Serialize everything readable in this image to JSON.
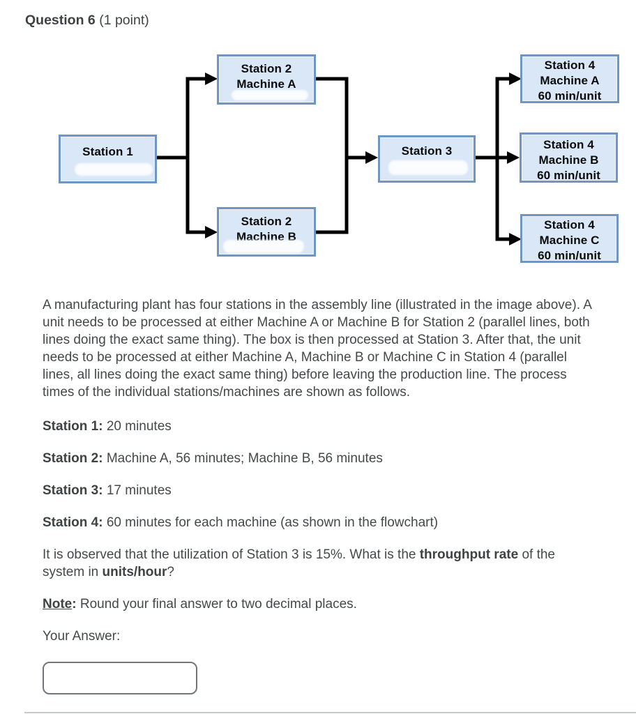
{
  "header": {
    "question_label": "Question 6",
    "points_label": " (1 point)"
  },
  "flowchart": {
    "station1": {
      "line1": "Station 1"
    },
    "station2a": {
      "line1": "Station 2",
      "line2": "Machine A"
    },
    "station2b": {
      "line1": "Station 2",
      "line2": "Machine B"
    },
    "station3": {
      "line1": "Station 3"
    },
    "station4a": {
      "line1": "Station 4",
      "line2": "Machine A",
      "line3": "60 min/unit"
    },
    "station4b": {
      "line1": "Station 4",
      "line2": "Machine B",
      "line3": "60 min/unit"
    },
    "station4c": {
      "line1": "Station 4",
      "line2": "Machine C",
      "line3": "60 min/unit"
    },
    "colors": {
      "box_fill": "#d9e7f7",
      "box_border": "#6f96c2",
      "connector": "#000000"
    }
  },
  "body": {
    "paragraph1": "A manufacturing plant has four stations in the assembly line (illustrated in the image above). A unit needs to be processed at either Machine A or Machine B for Station 2 (parallel lines, both lines doing the exact same thing). The box is then processed at Station 3. After that, the unit needs to be processed at either Machine A, Machine B or Machine C in Station 4 (parallel lines, all lines doing the exact same thing) before leaving the production line. The process times of the individual stations/machines are shown as follows.",
    "stations": [
      {
        "label": "Station 1:",
        "value": " 20 minutes"
      },
      {
        "label": "Station 2:",
        "value": " Machine A, 56 minutes; Machine B, 56 minutes"
      },
      {
        "label": "Station 3:",
        "value": " 17 minutes"
      },
      {
        "label": "Station 4:",
        "value": " 60 minutes for each machine (as shown in the flowchart)"
      }
    ],
    "question": {
      "part1": "It is observed that the utilization of Station 3 is 15%. What is the ",
      "bold1": "throughput rate",
      "part2": " of the system in ",
      "bold2": "units/hour",
      "part3": "?"
    },
    "note": {
      "label": "Note",
      "colon": ":",
      "text": " Round your final answer to two decimal places."
    }
  },
  "answer": {
    "label": "Your Answer:",
    "input_value": ""
  }
}
